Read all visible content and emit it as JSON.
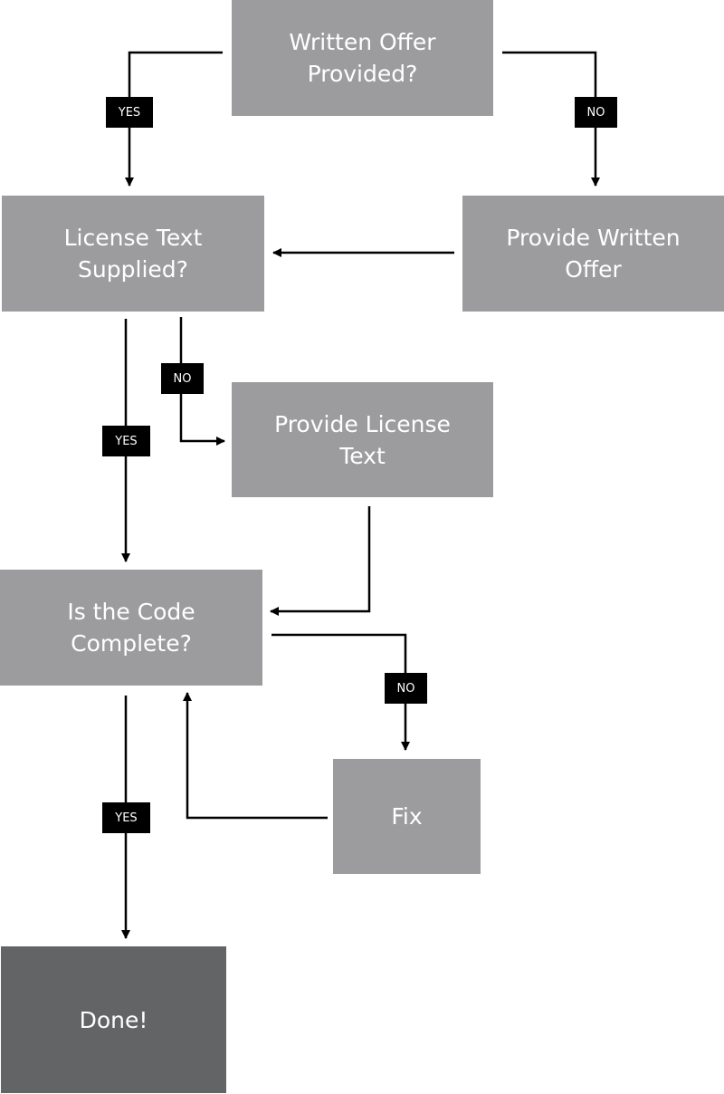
{
  "diagram": {
    "colors": {
      "box": "#9c9c9e",
      "final_box": "#636466",
      "line": "#000000",
      "tag": "#000000",
      "text": "#ffffff"
    },
    "nodes": {
      "written_offer": "Written Offer\nProvided?",
      "license_text": "License Text\nSupplied?",
      "provide_offer": "Provide Written\nOffer",
      "provide_license": "Provide License\nText",
      "code_complete": "Is the Code\nComplete?",
      "fix": "Fix",
      "done": "Done!"
    },
    "labels": {
      "yes_1": "YES",
      "no_1": "NO",
      "no_2": "NO",
      "yes_2": "YES",
      "no_3": "NO",
      "yes_3": "YES"
    }
  }
}
